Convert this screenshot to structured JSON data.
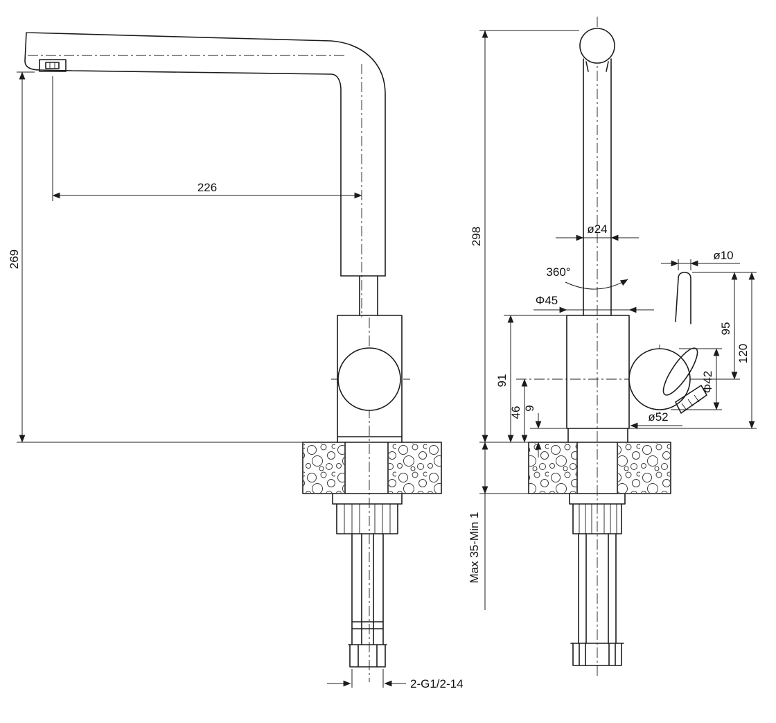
{
  "colors": {
    "line": "#1c1c1c",
    "background": "#ffffff"
  },
  "labels": {
    "left_view": {
      "spout_reach": "226",
      "spout_height": "269",
      "thread_spec": "2-G1/2-14"
    },
    "right_view": {
      "total_height": "298",
      "pipe_diameter": "ø24",
      "swivel_angle": "360°",
      "body_diameter": "Φ45",
      "handle_diameter": "ø10",
      "handle_height": "95",
      "height_120": "120",
      "ball_diameter": "Φ42",
      "base_diameter": "ø52",
      "body_height": "91",
      "center_height": "46",
      "base_gap": "9",
      "deck_thickness": "Max 35-Min 1"
    }
  }
}
